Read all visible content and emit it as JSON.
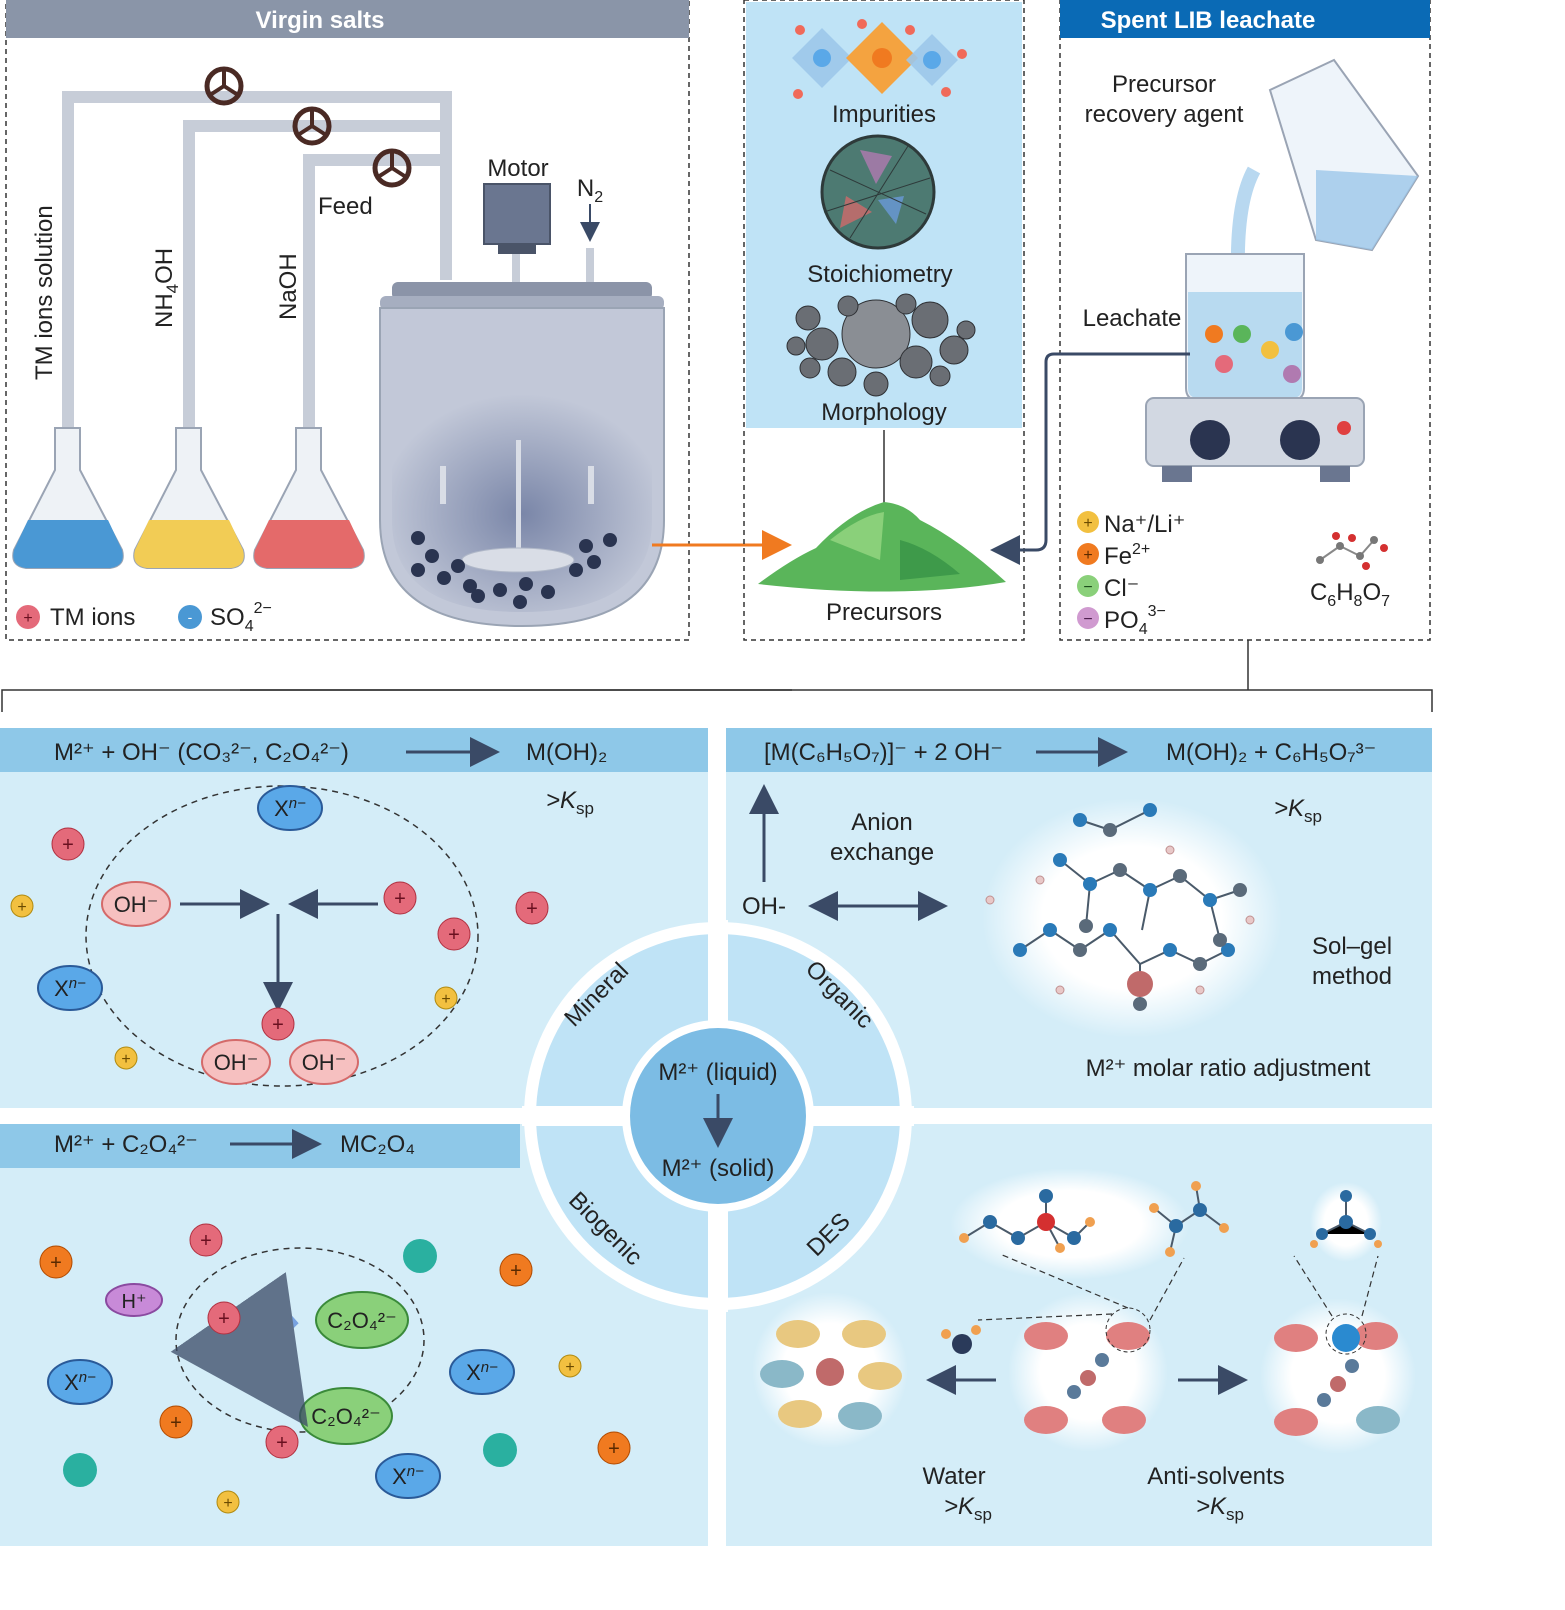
{
  "panels": {
    "virgin_salts": {
      "title": "Virgin salts",
      "tm_solution": "TM ions solution",
      "nh4oh": "NH",
      "nh4oh_sub": "4",
      "nh4oh_tail": "OH",
      "naoh": "NaOH",
      "feed": "Feed",
      "motor": "Motor",
      "n2": "N",
      "n2_sub": "2",
      "legend_tm": "TM ions",
      "legend_so4": "SO",
      "legend_so4_sub": "4",
      "legend_so4_sup": "2−"
    },
    "precursor": {
      "impurities": "Impurities",
      "stoichiometry": "Stoichiometry",
      "morphology": "Morphology",
      "precursors": "Precursors"
    },
    "spent_lib": {
      "title": "Spent LIB leachate",
      "agent_line1": "Precursor",
      "agent_line2": "recovery agent",
      "leachate": "Leachate",
      "leg_na": "Na⁺/Li⁺",
      "leg_fe": "Fe",
      "leg_fe_sup": "2+",
      "leg_cl": "Cl⁻",
      "leg_po4": "PO",
      "leg_po4_sub": "4",
      "leg_po4_sup": "3−",
      "citric": "C",
      "citric_s1": "6",
      "citric_h": "H",
      "citric_s2": "8",
      "citric_o": "O",
      "citric_s3": "7"
    }
  },
  "mineral": {
    "eq_left": "M²⁺ + OH⁻ (CO₃²⁻, C₂O₄²⁻)",
    "eq_right": "M(OH)₂",
    "ksp": ">K",
    "ksp_sub": "sp",
    "oh": "OH⁻",
    "xn": "X",
    "xn_sup": "n−"
  },
  "organic": {
    "eq_left": "[M(C₆H₅O₇)]⁻ + 2 OH⁻",
    "eq_right": "M(OH)₂ + C₆H₅O₇³⁻",
    "ksp": ">K",
    "ksp_sub": "sp",
    "anion_line1": "Anion",
    "anion_line2": "exchange",
    "oh": "OH-",
    "solgel_line1": "Sol–gel",
    "solgel_line2": "method",
    "molar": "M²⁺ molar ratio adjustment"
  },
  "biogenic": {
    "eq_left": "M²⁺ + C₂O₄²⁻",
    "eq_right": "MC₂O₄",
    "h": "H⁺",
    "xn": "X",
    "xn_sup": "n−",
    "c2o4": "C₂O₄²⁻"
  },
  "des": {
    "water": "Water",
    "antisolvents": "Anti-solvents",
    "ksp": ">K",
    "ksp_sub": "sp"
  },
  "center": {
    "liquid": "M²⁺ (liquid)",
    "solid": "M²⁺ (solid)",
    "mineral": "Mineral",
    "organic": "Organic",
    "biogenic": "Biogenic",
    "des": "DES"
  },
  "colors": {
    "light_blue": "#d4edf8",
    "header_blue": "#8ec8e8",
    "spent_header": "#0a6ab5",
    "virgin_header": "#8a95a8",
    "orange_arrow": "#f07a20",
    "arrow_dark": "#3a4a66"
  }
}
